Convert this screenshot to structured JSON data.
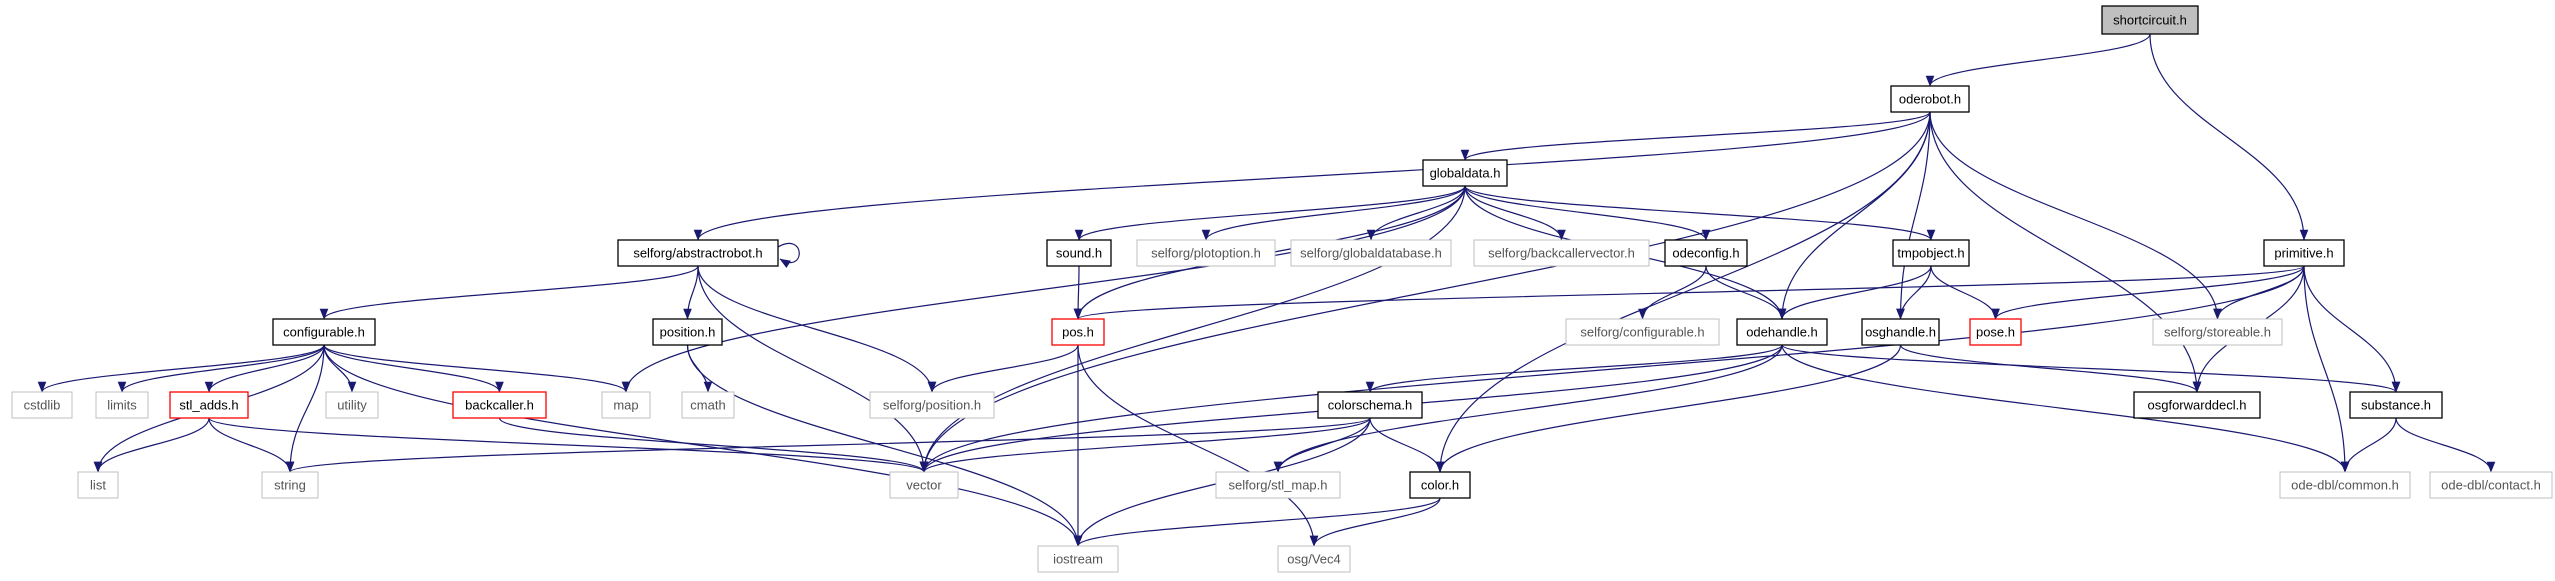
{
  "nodes": [
    {
      "id": "shortcircuit",
      "label": "shortcircuit.h",
      "style": "root"
    },
    {
      "id": "oderobot",
      "label": "oderobot.h",
      "style": "normal"
    },
    {
      "id": "globaldata",
      "label": "globaldata.h",
      "style": "normal"
    },
    {
      "id": "primitive",
      "label": "primitive.h",
      "style": "normal"
    },
    {
      "id": "abstractrobot",
      "label": "selforg/abstractrobot.h",
      "style": "normal"
    },
    {
      "id": "sound",
      "label": "sound.h",
      "style": "normal"
    },
    {
      "id": "plotoption",
      "label": "selforg/plotoption.h",
      "style": "external"
    },
    {
      "id": "globaldatabase",
      "label": "selforg/globaldatabase.h",
      "style": "external"
    },
    {
      "id": "backcallervector",
      "label": "selforg/backcallervector.h",
      "style": "external"
    },
    {
      "id": "odeconfig",
      "label": "odeconfig.h",
      "style": "normal"
    },
    {
      "id": "tmpobject",
      "label": "tmpobject.h",
      "style": "normal"
    },
    {
      "id": "configurable",
      "label": "configurable.h",
      "style": "normal"
    },
    {
      "id": "position",
      "label": "position.h",
      "style": "normal"
    },
    {
      "id": "pos",
      "label": "pos.h",
      "style": "truncated"
    },
    {
      "id": "selforgconfigurable",
      "label": "selforg/configurable.h",
      "style": "external"
    },
    {
      "id": "odehandle",
      "label": "odehandle.h",
      "style": "normal"
    },
    {
      "id": "osghandle",
      "label": "osghandle.h",
      "style": "normal"
    },
    {
      "id": "pose",
      "label": "pose.h",
      "style": "truncated"
    },
    {
      "id": "storeable",
      "label": "selforg/storeable.h",
      "style": "external"
    },
    {
      "id": "cstdlib",
      "label": "cstdlib",
      "style": "external"
    },
    {
      "id": "limits",
      "label": "limits",
      "style": "external"
    },
    {
      "id": "stl_adds",
      "label": "stl_adds.h",
      "style": "truncated"
    },
    {
      "id": "utility",
      "label": "utility",
      "style": "external"
    },
    {
      "id": "backcaller",
      "label": "backcaller.h",
      "style": "truncated"
    },
    {
      "id": "map",
      "label": "map",
      "style": "external"
    },
    {
      "id": "cmath",
      "label": "cmath",
      "style": "external"
    },
    {
      "id": "selforgposition",
      "label": "selforg/position.h",
      "style": "external"
    },
    {
      "id": "colorschema",
      "label": "colorschema.h",
      "style": "normal"
    },
    {
      "id": "osgforwarddecl",
      "label": "osgforwarddecl.h",
      "style": "normal"
    },
    {
      "id": "substance",
      "label": "substance.h",
      "style": "normal"
    },
    {
      "id": "list",
      "label": "list",
      "style": "external"
    },
    {
      "id": "string",
      "label": "string",
      "style": "external"
    },
    {
      "id": "vector",
      "label": "vector",
      "style": "external"
    },
    {
      "id": "stl_map",
      "label": "selforg/stl_map.h",
      "style": "external"
    },
    {
      "id": "color",
      "label": "color.h",
      "style": "normal"
    },
    {
      "id": "odecommon",
      "label": "ode-dbl/common.h",
      "style": "external"
    },
    {
      "id": "odecontact",
      "label": "ode-dbl/contact.h",
      "style": "external"
    },
    {
      "id": "iostream",
      "label": "iostream",
      "style": "external"
    },
    {
      "id": "vec4",
      "label": "osg/Vec4",
      "style": "external"
    }
  ],
  "edges": [
    [
      "shortcircuit",
      "oderobot"
    ],
    [
      "shortcircuit",
      "primitive"
    ],
    [
      "oderobot",
      "globaldata"
    ],
    [
      "oderobot",
      "abstractrobot"
    ],
    [
      "oderobot",
      "vector"
    ],
    [
      "oderobot",
      "odehandle"
    ],
    [
      "oderobot",
      "osghandle"
    ],
    [
      "oderobot",
      "osgforwarddecl"
    ],
    [
      "oderobot",
      "storeable"
    ],
    [
      "oderobot",
      "color"
    ],
    [
      "globaldata",
      "sound"
    ],
    [
      "globaldata",
      "plotoption"
    ],
    [
      "globaldata",
      "globaldatabase"
    ],
    [
      "globaldata",
      "backcallervector"
    ],
    [
      "globaldata",
      "odeconfig"
    ],
    [
      "globaldata",
      "tmpobject"
    ],
    [
      "globaldata",
      "pos"
    ],
    [
      "globaldata",
      "map"
    ],
    [
      "globaldata",
      "vector"
    ],
    [
      "globaldata",
      "odehandle"
    ],
    [
      "abstractrobot",
      "abstractrobot"
    ],
    [
      "abstractrobot",
      "configurable"
    ],
    [
      "abstractrobot",
      "position"
    ],
    [
      "abstractrobot",
      "selforgposition"
    ],
    [
      "abstractrobot",
      "vector"
    ],
    [
      "sound",
      "pos"
    ],
    [
      "odeconfig",
      "selforgconfigurable"
    ],
    [
      "odeconfig",
      "odehandle"
    ],
    [
      "tmpobject",
      "odehandle"
    ],
    [
      "tmpobject",
      "osghandle"
    ],
    [
      "tmpobject",
      "pose"
    ],
    [
      "primitive",
      "pos"
    ],
    [
      "primitive",
      "pose"
    ],
    [
      "primitive",
      "storeable"
    ],
    [
      "primitive",
      "osgforwarddecl"
    ],
    [
      "primitive",
      "substance"
    ],
    [
      "primitive",
      "vector"
    ],
    [
      "primitive",
      "odecommon"
    ],
    [
      "configurable",
      "cstdlib"
    ],
    [
      "configurable",
      "limits"
    ],
    [
      "configurable",
      "stl_adds"
    ],
    [
      "configurable",
      "utility"
    ],
    [
      "configurable",
      "backcaller"
    ],
    [
      "configurable",
      "map"
    ],
    [
      "configurable",
      "list"
    ],
    [
      "configurable",
      "string"
    ],
    [
      "configurable",
      "iostream"
    ],
    [
      "position",
      "cmath"
    ],
    [
      "position",
      "iostream"
    ],
    [
      "pos",
      "selforgposition"
    ],
    [
      "pos",
      "iostream"
    ],
    [
      "pos",
      "vec4"
    ],
    [
      "odehandle",
      "colorschema"
    ],
    [
      "odehandle",
      "substance"
    ],
    [
      "odehandle",
      "stl_map"
    ],
    [
      "odehandle",
      "vector"
    ],
    [
      "odehandle",
      "odecommon"
    ],
    [
      "osghandle",
      "osgforwarddecl"
    ],
    [
      "osghandle",
      "color"
    ],
    [
      "stl_adds",
      "list"
    ],
    [
      "stl_adds",
      "string"
    ],
    [
      "stl_adds",
      "vector"
    ],
    [
      "backcaller",
      "vector"
    ],
    [
      "colorschema",
      "color"
    ],
    [
      "colorschema",
      "stl_map"
    ],
    [
      "colorschema",
      "string"
    ],
    [
      "colorschema",
      "vector"
    ],
    [
      "colorschema",
      "iostream"
    ],
    [
      "substance",
      "odecommon"
    ],
    [
      "substance",
      "odecontact"
    ],
    [
      "color",
      "iostream"
    ],
    [
      "color",
      "vec4"
    ]
  ],
  "colors": {
    "edge": "#191970",
    "root_fill": "#bfbfbf",
    "normal_border": "#000000",
    "truncated_border": "#ff0000",
    "external_border": "#bfbfbf",
    "external_text": "#555555"
  }
}
